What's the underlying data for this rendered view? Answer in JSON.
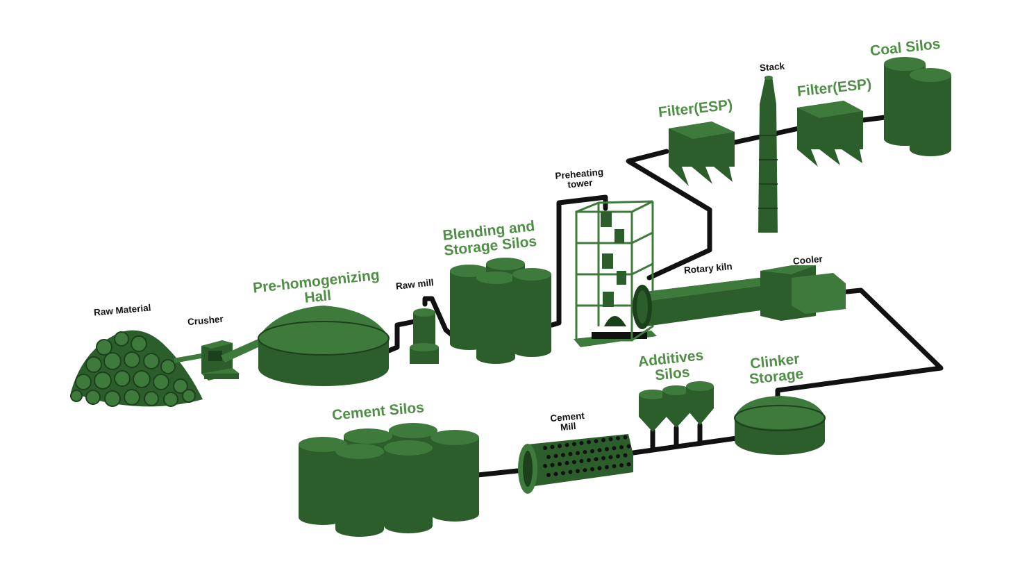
{
  "colors": {
    "equipment": "#2c5e2c",
    "equipment_light": "#3d7a3b",
    "equipment_dark": "#1c401c",
    "pipe": "#111111",
    "big_label": "#4f8f45",
    "small_label": "#111111"
  },
  "labels": {
    "raw_material": "Raw Material",
    "crusher": "Crusher",
    "prehomogenizing_hall": [
      "Pre-homogenizing",
      "Hall"
    ],
    "raw_mill": "Raw mill",
    "blending_silos": [
      "Blending and",
      "Storage Silos"
    ],
    "preheating_tower": [
      "Preheating",
      "tower"
    ],
    "filter_left": "Filter(ESP)",
    "stack": "Stack",
    "filter_right": "Filter(ESP)",
    "coal_silos": "Coal Silos",
    "rotary_kiln": "Rotary kiln",
    "cooler": "Cooler",
    "additives_silos": [
      "Additives",
      "Silos"
    ],
    "clinker_storage": [
      "Clinker",
      "Storage"
    ],
    "cement_silos": "Cement Silos",
    "cement_mill": [
      "Cement",
      "Mill"
    ]
  }
}
